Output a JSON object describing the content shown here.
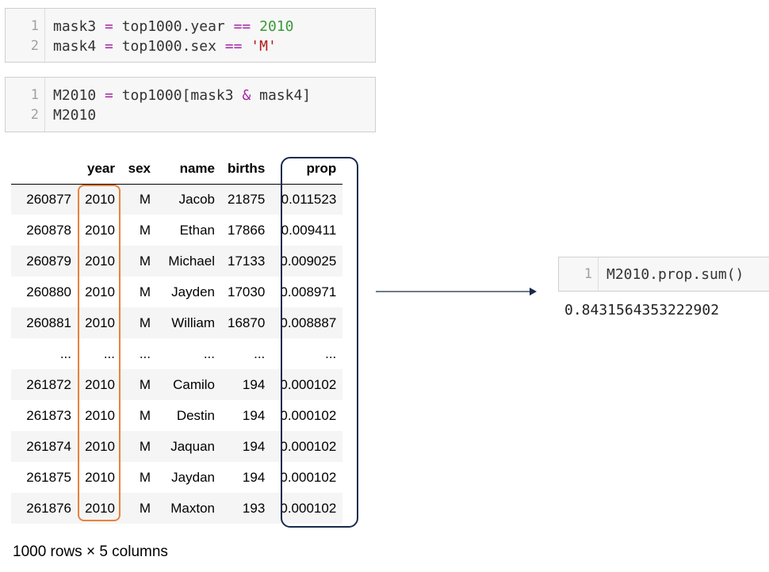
{
  "cells": [
    {
      "lines": [
        "1",
        "2"
      ],
      "code": [
        [
          {
            "t": "mask3 ",
            "c": ""
          },
          {
            "t": "=",
            "c": "op"
          },
          {
            "t": " top1000.year ",
            "c": ""
          },
          {
            "t": "==",
            "c": "op"
          },
          {
            "t": " ",
            "c": ""
          },
          {
            "t": "2010",
            "c": "num"
          }
        ],
        [
          {
            "t": "mask4 ",
            "c": ""
          },
          {
            "t": "=",
            "c": "op"
          },
          {
            "t": " top1000.sex ",
            "c": ""
          },
          {
            "t": "==",
            "c": "op"
          },
          {
            "t": " ",
            "c": ""
          },
          {
            "t": "'M'",
            "c": "str"
          }
        ]
      ]
    },
    {
      "lines": [
        "1",
        "2"
      ],
      "code": [
        [
          {
            "t": "M2010 ",
            "c": ""
          },
          {
            "t": "=",
            "c": "op"
          },
          {
            "t": " top1000[mask3 ",
            "c": ""
          },
          {
            "t": "&",
            "c": "op"
          },
          {
            "t": " mask4]",
            "c": ""
          }
        ],
        [
          {
            "t": "M2010",
            "c": ""
          }
        ]
      ]
    },
    {
      "lines": [
        "1"
      ],
      "code": [
        [
          {
            "t": "M2010.prop.sum()",
            "c": ""
          }
        ]
      ]
    }
  ],
  "dataframe": {
    "columns": [
      "",
      "year",
      "sex",
      "name",
      "births",
      "prop"
    ],
    "rows": [
      [
        "260877",
        "2010",
        "M",
        "Jacob",
        "21875",
        "0.011523"
      ],
      [
        "260878",
        "2010",
        "M",
        "Ethan",
        "17866",
        "0.009411"
      ],
      [
        "260879",
        "2010",
        "M",
        "Michael",
        "17133",
        "0.009025"
      ],
      [
        "260880",
        "2010",
        "M",
        "Jayden",
        "17030",
        "0.008971"
      ],
      [
        "260881",
        "2010",
        "M",
        "William",
        "16870",
        "0.008887"
      ],
      [
        "...",
        "...",
        "...",
        "...",
        "...",
        "..."
      ],
      [
        "261872",
        "2010",
        "M",
        "Camilo",
        "194",
        "0.000102"
      ],
      [
        "261873",
        "2010",
        "M",
        "Destin",
        "194",
        "0.000102"
      ],
      [
        "261874",
        "2010",
        "M",
        "Jaquan",
        "194",
        "0.000102"
      ],
      [
        "261875",
        "2010",
        "M",
        "Jaydan",
        "194",
        "0.000102"
      ],
      [
        "261876",
        "2010",
        "M",
        "Maxton",
        "193",
        "0.000102"
      ]
    ],
    "footer": "1000 rows × 5 columns"
  },
  "result": "0.8431564353222902",
  "colors": {
    "highlight_year": "#e8823a",
    "highlight_prop": "#1a2a4e",
    "arrow": "#1a2a4e"
  }
}
